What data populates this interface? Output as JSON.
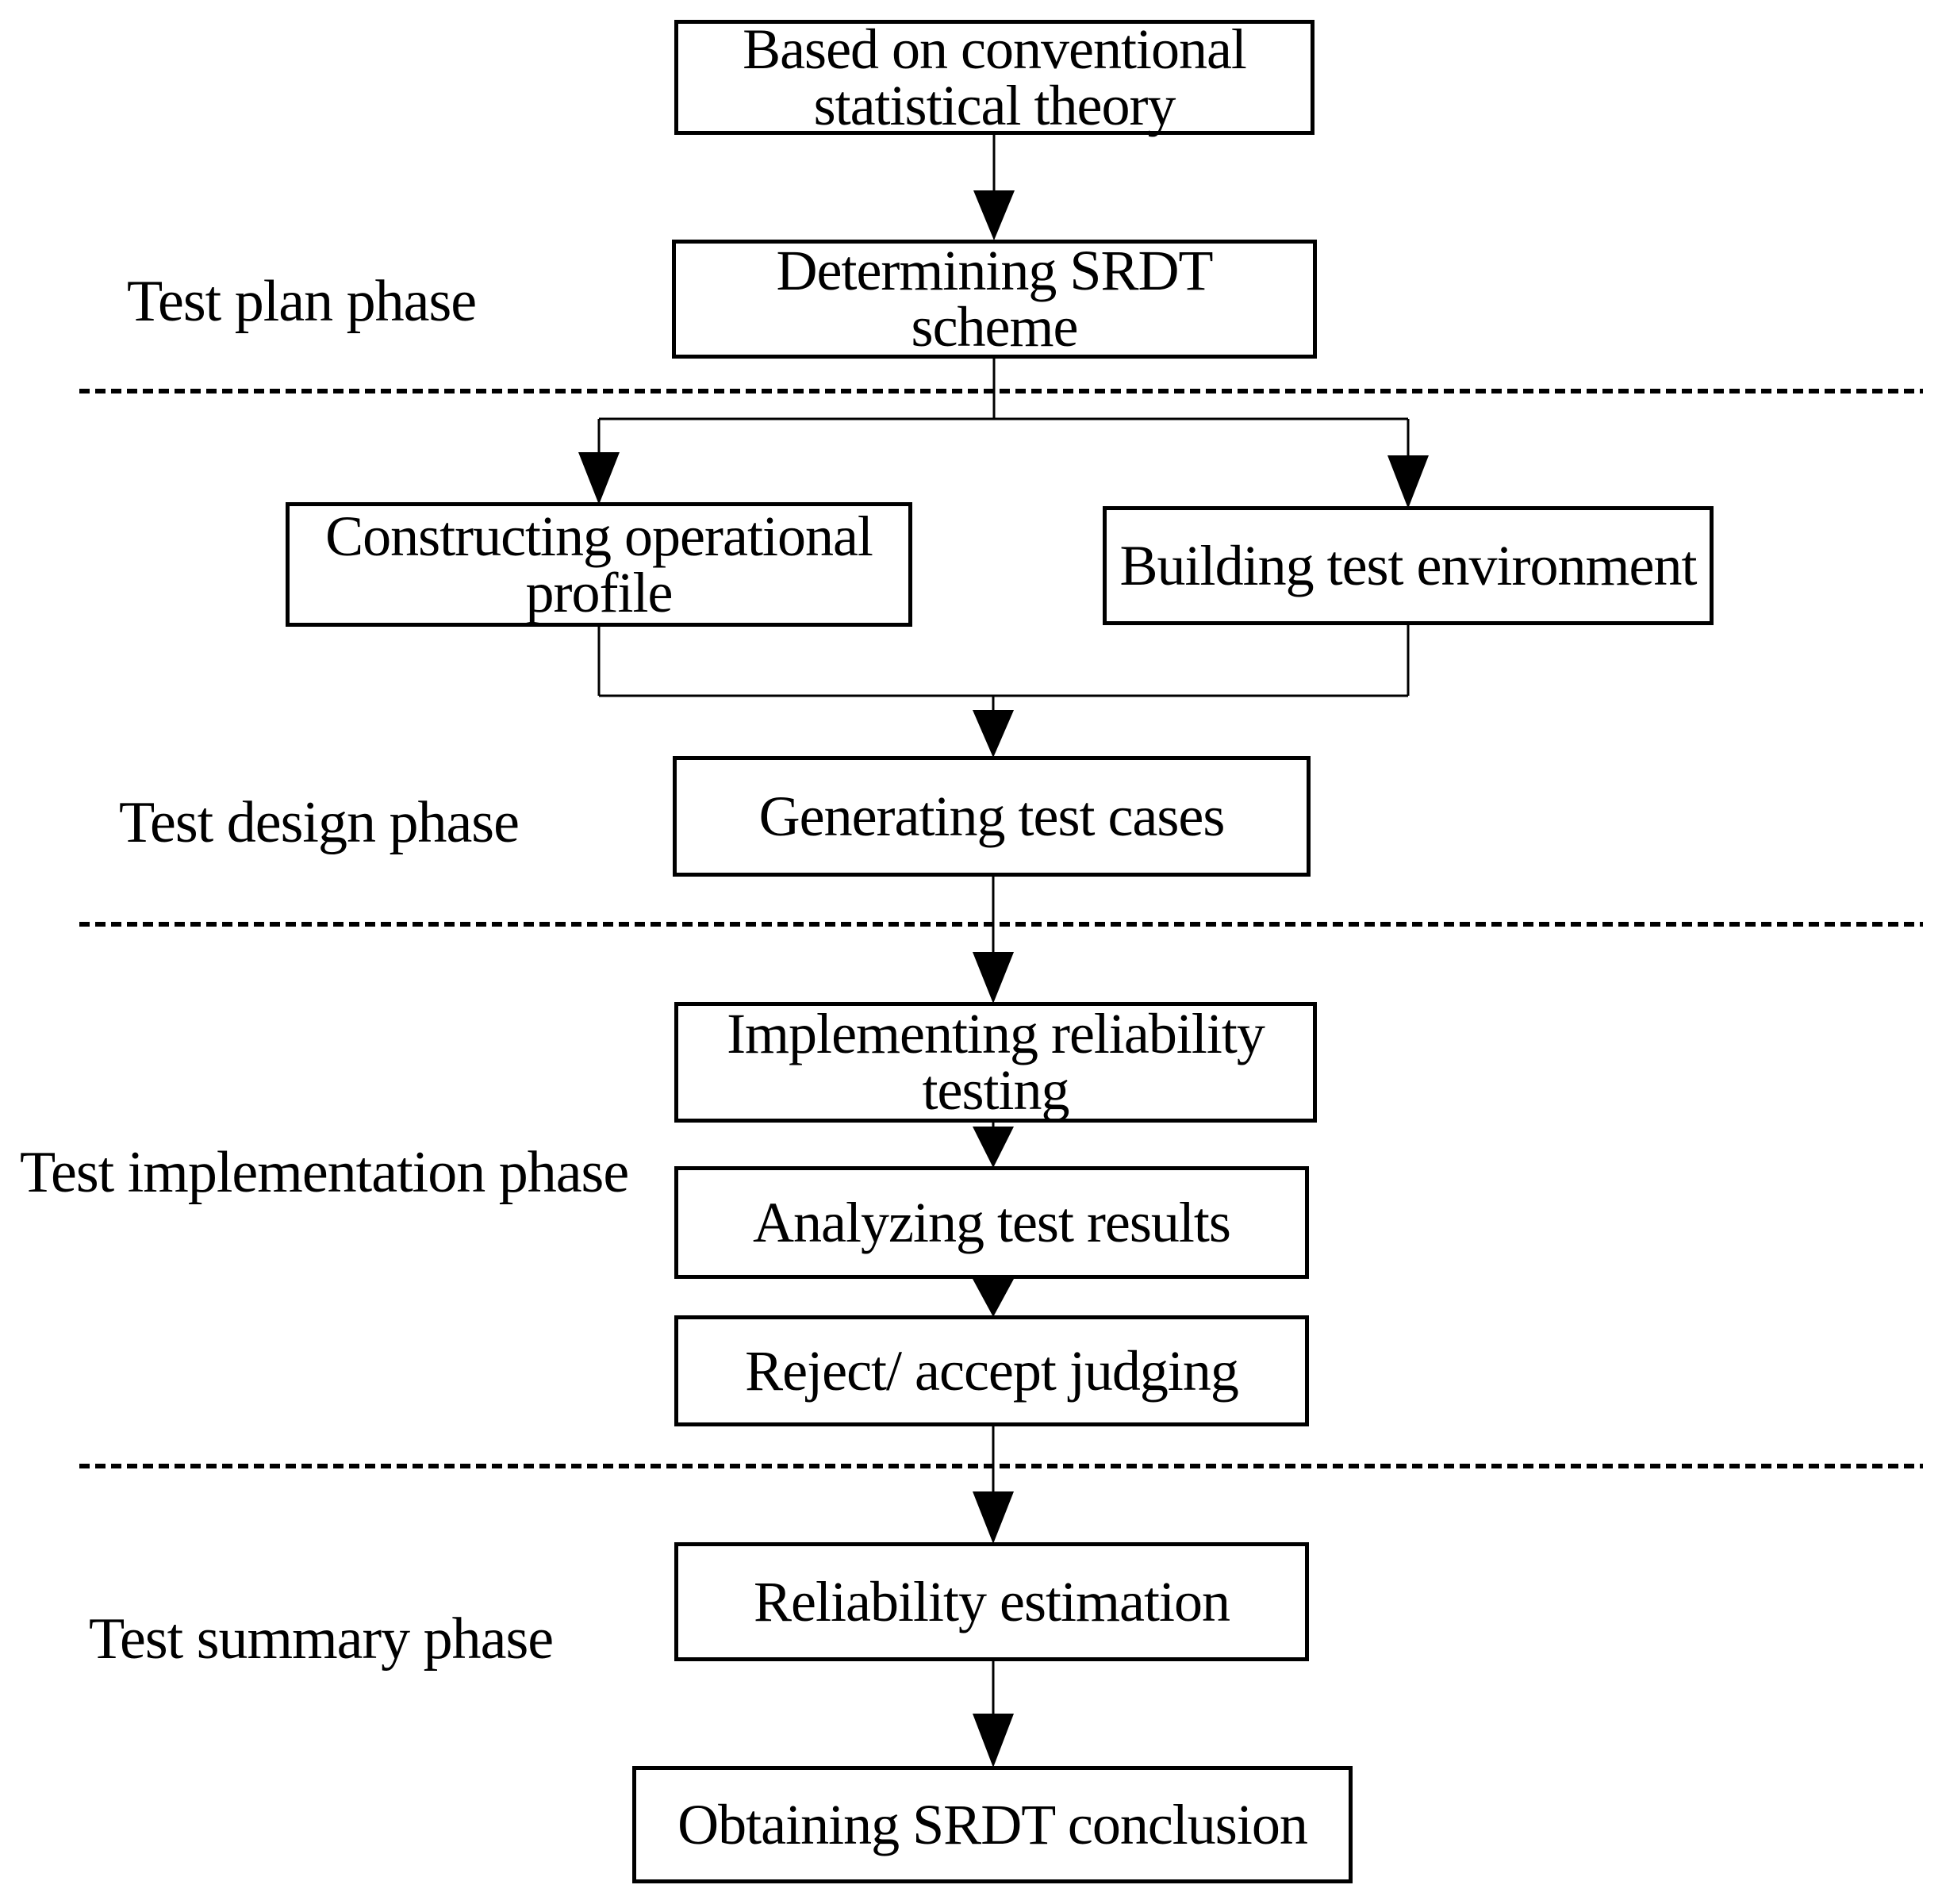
{
  "page": {
    "background": "#ffffff",
    "line_color": "#000000"
  },
  "phase_labels": [
    {
      "label": "Test plan phase"
    },
    {
      "label": "Test design phase"
    },
    {
      "label": "Test implementation phase"
    },
    {
      "label": "Test summary phase"
    }
  ],
  "boxes": [
    {
      "id": "based-on-theory",
      "label": "Based on conventional statistical theory",
      "lines": [
        "Based on conventional",
        "statistical theory"
      ]
    },
    {
      "id": "determining-srdt-scheme",
      "label": "Determining SRDT scheme",
      "lines": [
        "Determining SRDT",
        "scheme"
      ]
    },
    {
      "id": "constructing-operational-profile",
      "label": "Constructing operational profile",
      "lines": [
        "Constructing operational",
        "profile"
      ]
    },
    {
      "id": "building-test-environment",
      "label": "Building test environment",
      "lines": [
        "Building test environment"
      ]
    },
    {
      "id": "generating-test-cases",
      "label": "Generating test cases",
      "lines": [
        "Generating test cases"
      ]
    },
    {
      "id": "implementing-reliability-testing",
      "label": "Implementing reliability testing",
      "lines": [
        "Implementing reliability",
        "testing"
      ]
    },
    {
      "id": "analyzing-test-results",
      "label": "Analyzing test results",
      "lines": [
        "Analyzing test results"
      ]
    },
    {
      "id": "reject-accept-judging",
      "label": "Reject/ accept judging",
      "lines": [
        "Reject/ accept judging"
      ]
    },
    {
      "id": "reliability-estimation",
      "label": "Reliability estimation",
      "lines": [
        "Reliability estimation"
      ]
    },
    {
      "id": "obtaining-srdt-conclusion",
      "label": "Obtaining SRDT conclusion",
      "lines": [
        "Obtaining SRDT conclusion"
      ]
    }
  ],
  "edges": [
    {
      "from": "based-on-theory",
      "to": "determining-srdt-scheme"
    },
    {
      "from": "determining-srdt-scheme",
      "to": "constructing-operational-profile"
    },
    {
      "from": "determining-srdt-scheme",
      "to": "building-test-environment"
    },
    {
      "from": "constructing-operational-profile",
      "to": "generating-test-cases"
    },
    {
      "from": "building-test-environment",
      "to": "generating-test-cases"
    },
    {
      "from": "generating-test-cases",
      "to": "implementing-reliability-testing"
    },
    {
      "from": "implementing-reliability-testing",
      "to": "analyzing-test-results"
    },
    {
      "from": "analyzing-test-results",
      "to": "reject-accept-judging"
    },
    {
      "from": "reject-accept-judging",
      "to": "reliability-estimation"
    },
    {
      "from": "reliability-estimation",
      "to": "obtaining-srdt-conclusion"
    }
  ]
}
